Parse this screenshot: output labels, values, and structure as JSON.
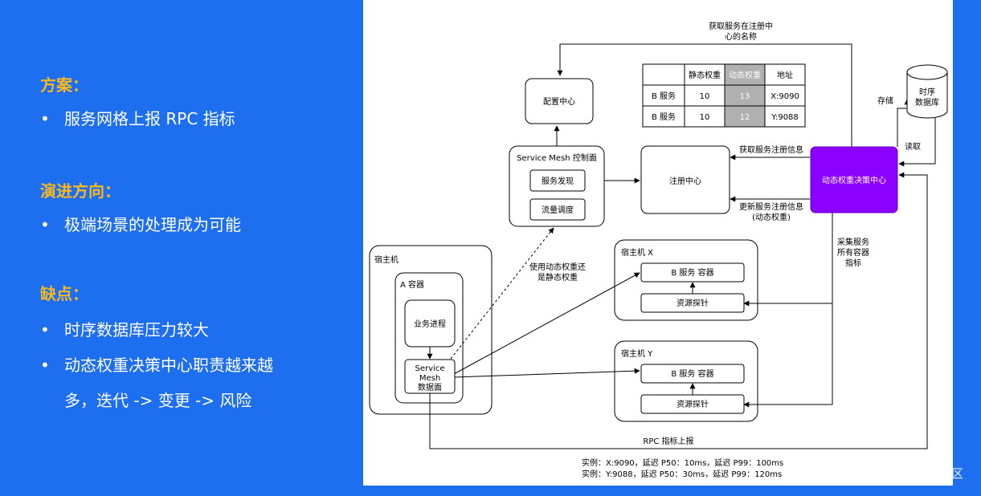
{
  "left": {
    "sec1_title": "方案：",
    "sec1_items": [
      "服务网格上报 RPC 指标"
    ],
    "sec2_title": "演进方向：",
    "sec2_items": [
      "极端场景的处理成为可能"
    ],
    "sec3_title": "缺点：",
    "sec3_items": [
      "时序数据库压力较大",
      "动态权重决策中心职责越来越"
    ],
    "sec3_item2_cont": "多，迭代 -> 变更 -> 风险"
  },
  "diagram": {
    "top_label": [
      "获取服务在注册中",
      "心的名称"
    ],
    "config_center": "配置中心",
    "table": {
      "headers": [
        "",
        "静态权重",
        "动态权重",
        "地址"
      ],
      "rows": [
        [
          "B 服务",
          "10",
          "13",
          "X:9090"
        ],
        [
          "B 服务",
          "10",
          "12",
          "Y:9088"
        ]
      ]
    },
    "tsdb": [
      "时序",
      "数据库"
    ],
    "store_label": "存储",
    "read_label": "读取",
    "control_plane": "Service Mesh 控制面",
    "service_discovery": "服务发现",
    "traffic_scheduling": "流量调度",
    "registry": "注册中心",
    "get_reg_info": "获取服务注册信息",
    "update_reg_info": [
      "更新服务注册信息",
      "(动态权重)"
    ],
    "decision_center": "动态权重决策中心",
    "collect_label": [
      "采集服务",
      "所有容器",
      "指标"
    ],
    "use_weight_label": [
      "使用动态权重还",
      "是静态权重"
    ],
    "host": "宿主机",
    "container_a": "A 容器",
    "biz_process": "业务进程",
    "data_plane": [
      "Service",
      "Mesh",
      "数据面"
    ],
    "host_x": "宿主机 X",
    "host_y": "宿主机 Y",
    "b_container": "B 服务 容器",
    "probe": "资源探针",
    "rpc_report": "RPC 指标上报",
    "examples": [
      "实例：X:9090，延迟 P50：10ms，延迟 P99：100ms",
      "实例：Y:9088，延迟 P50：30ms，延迟 P99：120ms"
    ]
  },
  "watermark": "@稀土掘金技术社区",
  "colors": {
    "background": "#1e6ef0",
    "heading": "#f5b820",
    "decision": "#8c00ff",
    "dynamic_cell": "#b0b0b0"
  }
}
